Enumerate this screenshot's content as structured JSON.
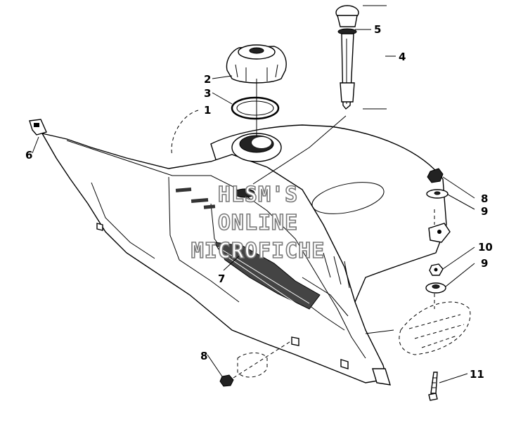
{
  "diagram": {
    "callouts": {
      "c1": "1",
      "c2": "2",
      "c3": "3",
      "c4": "4",
      "c5": "5",
      "c6": "6",
      "c7": "7",
      "c8a": "8",
      "c8b": "8",
      "c9a": "9",
      "c9b": "9",
      "c10": "10",
      "c11": "11"
    },
    "watermark": {
      "line1": "HLSM'S",
      "line2": "ONLINE",
      "line3": "MICROFICHE"
    }
  }
}
